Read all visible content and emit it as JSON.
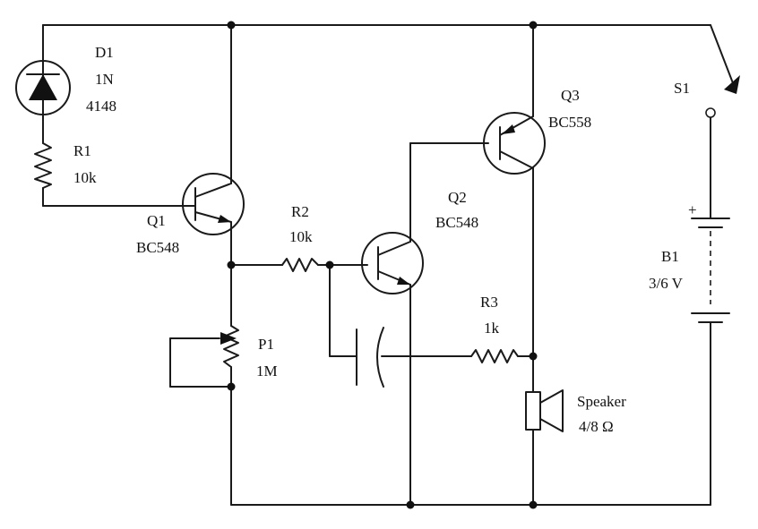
{
  "components": {
    "d1": {
      "ref": "D1",
      "value_line1": "1N",
      "value_line2": "4148"
    },
    "r1": {
      "ref": "R1",
      "value": "10k"
    },
    "q1": {
      "ref": "Q1",
      "value": "BC548"
    },
    "r2": {
      "ref": "R2",
      "value": "10k"
    },
    "q2": {
      "ref": "Q2",
      "value": "BC548"
    },
    "q3": {
      "ref": "Q3",
      "value": "BC558"
    },
    "p1": {
      "ref": "P1",
      "value": "1M"
    },
    "r3": {
      "ref": "R3",
      "value": "1k"
    },
    "speaker": {
      "ref": "Speaker",
      "value": "4/8 Ω"
    },
    "s1": {
      "ref": "S1"
    },
    "b1": {
      "ref": "B1",
      "value": "3/6 V",
      "plus": "+"
    }
  }
}
